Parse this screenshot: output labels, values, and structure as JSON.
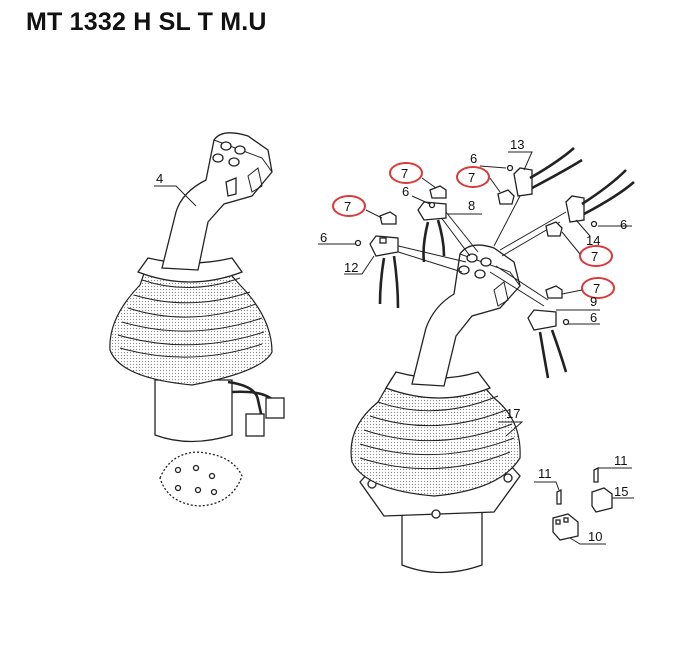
{
  "title": "MT 1332 H SL T M.U",
  "colors": {
    "highlight": "#d93a3a",
    "line": "#222222"
  },
  "callouts": [
    {
      "id": "c4",
      "text": "4"
    },
    {
      "id": "c13",
      "text": "13"
    },
    {
      "id": "c6a",
      "text": "6"
    },
    {
      "id": "c7a",
      "text": "7"
    },
    {
      "id": "c6b",
      "text": "6"
    },
    {
      "id": "c7b",
      "text": "7"
    },
    {
      "id": "c7c",
      "text": "7"
    },
    {
      "id": "c8",
      "text": "8"
    },
    {
      "id": "c6c",
      "text": "6"
    },
    {
      "id": "c12",
      "text": "12"
    },
    {
      "id": "c6d",
      "text": "6"
    },
    {
      "id": "c14",
      "text": "14"
    },
    {
      "id": "c7d",
      "text": "7"
    },
    {
      "id": "c7e",
      "text": "7"
    },
    {
      "id": "c9",
      "text": "9"
    },
    {
      "id": "c6e",
      "text": "6"
    },
    {
      "id": "c17",
      "text": "17"
    },
    {
      "id": "c11a",
      "text": "11"
    },
    {
      "id": "c11b",
      "text": "11"
    },
    {
      "id": "c15",
      "text": "15"
    },
    {
      "id": "c10",
      "text": "10"
    }
  ]
}
